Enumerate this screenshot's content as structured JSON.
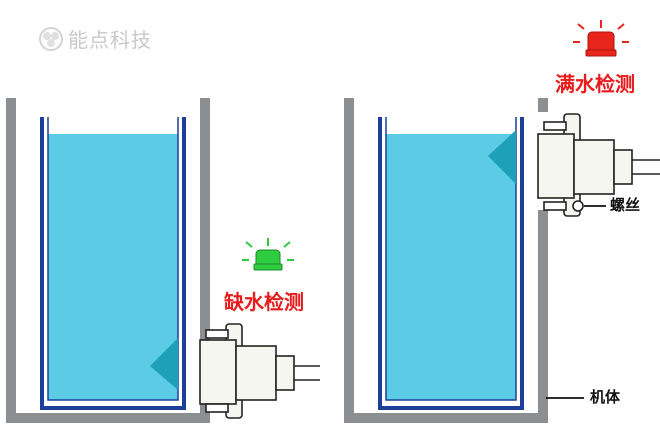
{
  "brand": {
    "name": "能点科技",
    "logo_icon": "leaf-cluster-icon"
  },
  "left_panel": {
    "status": "缺水检测",
    "status_color": "#e81c1c",
    "indicator": {
      "state": "on",
      "color": "#2ecc40",
      "icon": "green-signal-light-icon"
    }
  },
  "right_panel": {
    "status": "满水检测",
    "status_color": "#e81c1c",
    "indicator": {
      "state": "on",
      "color": "#e8261c",
      "icon": "red-signal-light-icon"
    },
    "callouts": {
      "screw": "螺丝",
      "housing": "机体"
    }
  },
  "colors": {
    "water": "#5bcbe6",
    "tank_wall": "#1b3f9a",
    "housing": "#8b8f91",
    "sensor_body": "#f6f6f0",
    "sensor_tip": "#1fa0b9"
  }
}
